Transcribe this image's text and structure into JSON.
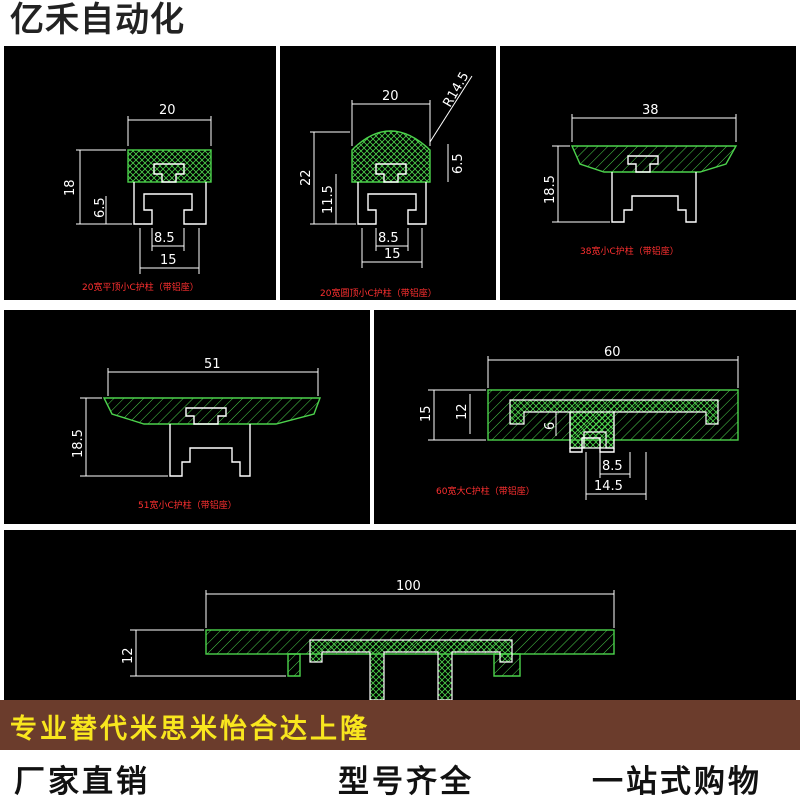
{
  "brand": "亿禾自动化",
  "panels": {
    "p1": {
      "w": "20",
      "h": "18",
      "h2": "6.5",
      "s1": "8.5",
      "s2": "15",
      "caption": "20宽平顶小C护柱（带铝座）"
    },
    "p2": {
      "w": "20",
      "r": "R14.5",
      "h": "22",
      "h2": "11.5",
      "h3": "6.5",
      "s1": "8.5",
      "s2": "15",
      "caption": "20宽圆顶小C护柱（带铝座）"
    },
    "p3": {
      "w": "38",
      "h": "18.5",
      "caption": "38宽小C护柱（带铝座）"
    },
    "p4": {
      "w": "51",
      "h": "18.5",
      "caption": "51宽小C护柱（带铝座）"
    },
    "p5": {
      "w": "60",
      "h": "15",
      "h2": "12",
      "h3": "6",
      "s1": "8.5",
      "s2": "14.5",
      "caption": "60宽大C护柱（带铝座）"
    },
    "p6": {
      "w": "100",
      "h": "12"
    }
  },
  "slogan_top": "专业替代米思米怡合达上隆",
  "slogans": [
    "厂家直销",
    "型号齐全",
    "一站式购物"
  ],
  "colors": {
    "banner": "#6b3c2c",
    "slogan": "#f8e61e",
    "cover": "#4cd24c",
    "caption": "#ff3030"
  }
}
